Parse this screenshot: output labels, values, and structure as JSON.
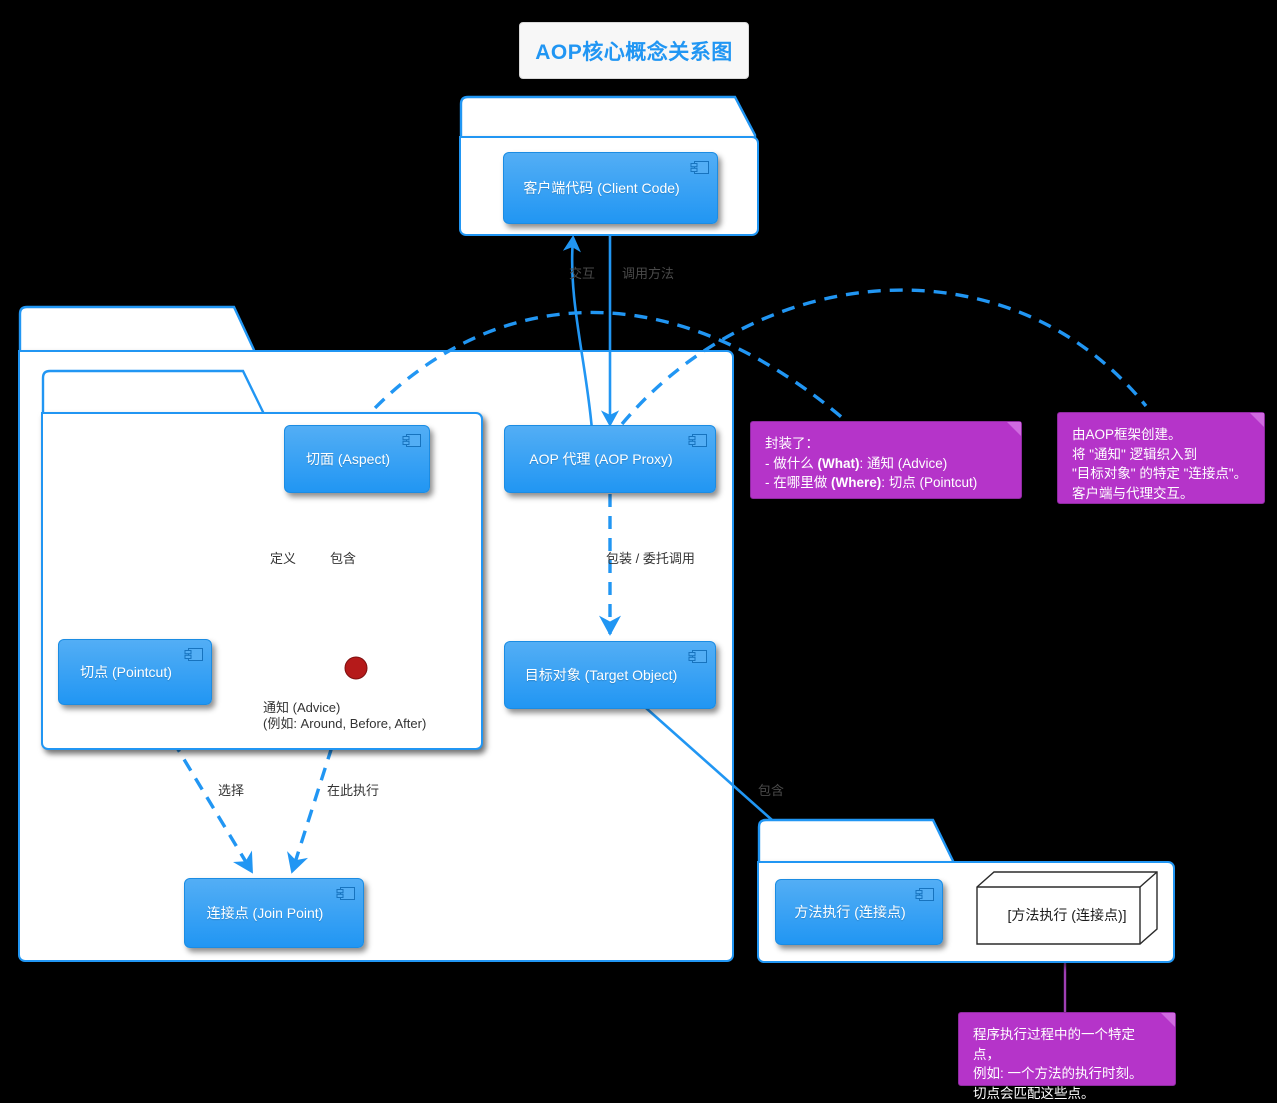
{
  "title": {
    "text": "AOP核心概念关系图"
  },
  "packages": [
    {
      "name": "client-package",
      "label": ""
    },
    {
      "name": "aop-framework-package",
      "label": ""
    },
    {
      "name": "aspect-module-package",
      "label": ""
    },
    {
      "name": "aspect-inner-package",
      "label": ""
    },
    {
      "name": "target-package",
      "label": ""
    }
  ],
  "components": {
    "client_code": "客户端代码 (Client Code)",
    "aspect": "切面 (Aspect)",
    "pointcut": "切点 (Pointcut)",
    "join_point": "连接点 (Join Point)",
    "aop_proxy": "AOP 代理 (AOP Proxy)",
    "target_object": "目标对象 (Target Object)",
    "method_exec": "方法执行 (连接点)"
  },
  "nodes": {
    "method_exec_node": "[方法执行 (连接点)]"
  },
  "edge_labels": {
    "interact": "交互",
    "call_method": "调用方法",
    "define": "定义",
    "contains": "包含",
    "advice_line1": "通知 (Advice)",
    "advice_line2": "(例如: Around, Before, After)",
    "select": "选择",
    "execute_here": "在此执行",
    "wrap_delegate": "包装 / 委托调用",
    "contains2": "包含"
  },
  "notes": {
    "aspect_note": {
      "line1": "封装了：",
      "line2_prefix": "- 做什么 ",
      "line2_bold": "(What)",
      "line2_suffix": ": 通知 (Advice)",
      "line3_prefix": "- 在哪里做 ",
      "line3_bold": "(Where)",
      "line3_suffix": ": 切点 (Pointcut)"
    },
    "proxy_note": {
      "line1": "由AOP框架创建。",
      "line2": "将 \"通知\" 逻辑织入到",
      "line3": "\"目标对象\" 的特定 \"连接点\"。",
      "line4": "客户端与代理交互。"
    },
    "joinpoint_note": {
      "line1": "程序执行过程中的一个特定点，",
      "line2": "例如: 一个方法的执行时刻。",
      "line3": "切点会匹配这些点。"
    }
  },
  "colors": {
    "accent_blue": "#2196f3",
    "component_blue": "#2196f3",
    "note_purple": "#b534c9",
    "advice_dot_red": "#b51a1a",
    "background": "#000000"
  },
  "icons": {
    "component": "uml-component-icon"
  }
}
